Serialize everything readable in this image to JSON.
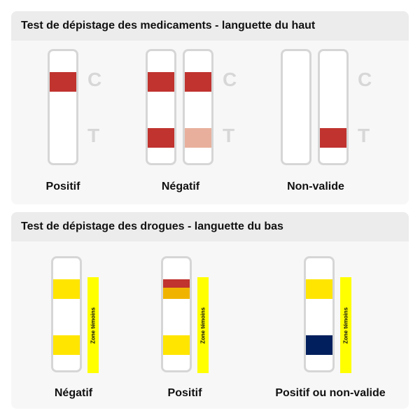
{
  "colors": {
    "red": "#c0332f",
    "faint_red": "#e8b09c",
    "yellow": "#ffe500",
    "orange": "#f0b400",
    "navy": "#001f5c",
    "zone_yellow": "#ffff00",
    "strip_border": "#d6d6d6",
    "letter_gray": "#d7d7d7"
  },
  "top_panel": {
    "title": "Test de dépistage des medicaments - languette du haut",
    "letter_c": "C",
    "letter_t": "T",
    "captions": {
      "positive": "Positif",
      "negative": "Négatif",
      "invalid": "Non-valide"
    }
  },
  "bottom_panel": {
    "title": "Test de dépistage des drogues - languette du bas",
    "zone_label": "Zone témoins",
    "captions": {
      "negative": "Négatif",
      "positive": "Positif",
      "positive_or_invalid": "Positif ou non-valide"
    }
  }
}
